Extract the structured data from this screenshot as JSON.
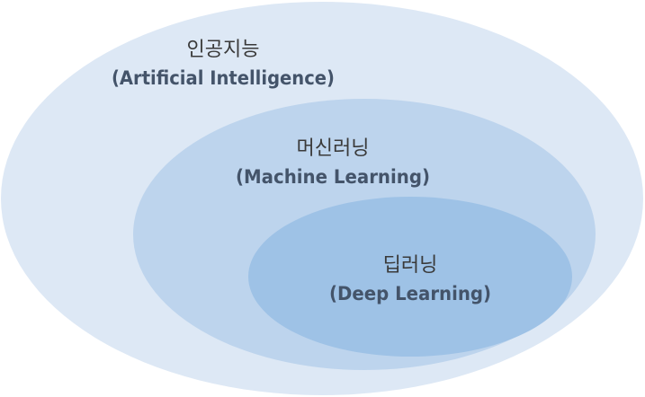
{
  "diagram": {
    "type": "nested-venn",
    "colors": {
      "outer_fill": "#dde8f5",
      "middle_fill": "#bdd4ed",
      "inner_fill": "#9ec2e6",
      "korean_text": "#3a3a3a",
      "english_text": "#44546a"
    },
    "outer": {
      "label_ko": "인공지능",
      "label_en": "(Artificial Intelligence)"
    },
    "middle": {
      "label_ko": "머신러닝",
      "label_en": "(Machine Learning)"
    },
    "inner": {
      "label_ko": "딥러닝",
      "label_en": "(Deep Learning)"
    }
  }
}
